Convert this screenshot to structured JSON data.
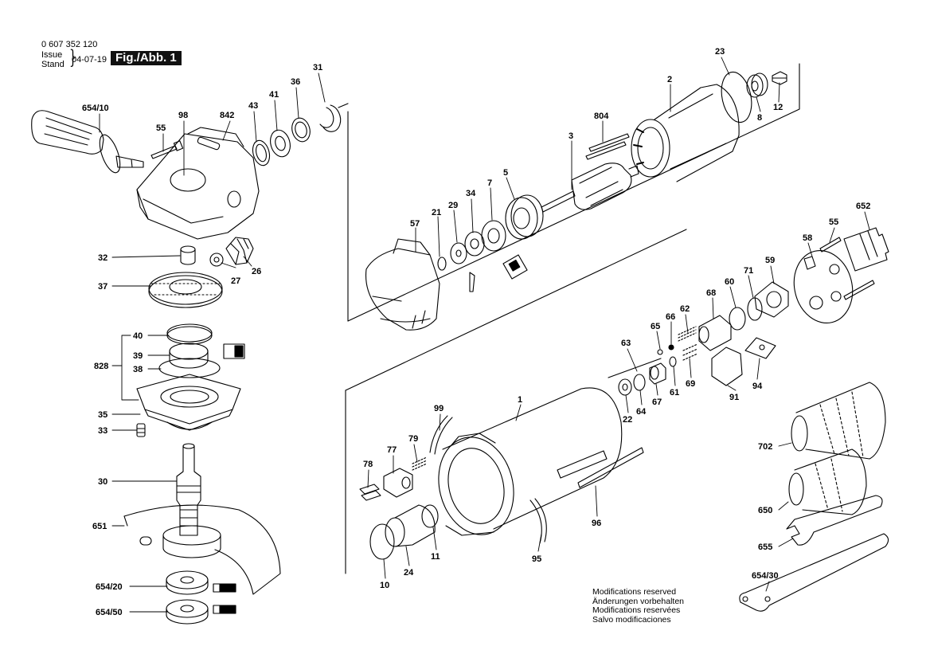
{
  "header": {
    "document_number": "0 607 352 120",
    "issue_label": "Issue",
    "stand_label": "Stand",
    "issue_date": "04-07-19",
    "figure_label": "Fig./Abb. 1"
  },
  "modifications_notice": [
    "Modifications reserved",
    "Änderungen vorbehalten",
    "Modifications reservées",
    "Salvo modificaciones"
  ],
  "part_labels": [
    {
      "id": "654-10",
      "text": "654/10"
    },
    {
      "id": "55a",
      "text": "55"
    },
    {
      "id": "98",
      "text": "98"
    },
    {
      "id": "842",
      "text": "842"
    },
    {
      "id": "43",
      "text": "43"
    },
    {
      "id": "41",
      "text": "41"
    },
    {
      "id": "36",
      "text": "36"
    },
    {
      "id": "31",
      "text": "31"
    },
    {
      "id": "32",
      "text": "32"
    },
    {
      "id": "27",
      "text": "27"
    },
    {
      "id": "26",
      "text": "26"
    },
    {
      "id": "37",
      "text": "37"
    },
    {
      "id": "40",
      "text": "40"
    },
    {
      "id": "39",
      "text": "39"
    },
    {
      "id": "828",
      "text": "828"
    },
    {
      "id": "38",
      "text": "38"
    },
    {
      "id": "35",
      "text": "35"
    },
    {
      "id": "33",
      "text": "33"
    },
    {
      "id": "30",
      "text": "30"
    },
    {
      "id": "651",
      "text": "651"
    },
    {
      "id": "654-20",
      "text": "654/20"
    },
    {
      "id": "654-50",
      "text": "654/50"
    },
    {
      "id": "23",
      "text": "23"
    },
    {
      "id": "2",
      "text": "2"
    },
    {
      "id": "804",
      "text": "804"
    },
    {
      "id": "3",
      "text": "3"
    },
    {
      "id": "8",
      "text": "8"
    },
    {
      "id": "12",
      "text": "12"
    },
    {
      "id": "57",
      "text": "57"
    },
    {
      "id": "21",
      "text": "21"
    },
    {
      "id": "29",
      "text": "29"
    },
    {
      "id": "34",
      "text": "34"
    },
    {
      "id": "7",
      "text": "7"
    },
    {
      "id": "5",
      "text": "5"
    },
    {
      "id": "652",
      "text": "652"
    },
    {
      "id": "55b",
      "text": "55"
    },
    {
      "id": "58",
      "text": "58"
    },
    {
      "id": "59",
      "text": "59"
    },
    {
      "id": "71",
      "text": "71"
    },
    {
      "id": "60",
      "text": "60"
    },
    {
      "id": "68",
      "text": "68"
    },
    {
      "id": "62",
      "text": "62"
    },
    {
      "id": "66",
      "text": "66"
    },
    {
      "id": "65",
      "text": "65"
    },
    {
      "id": "63",
      "text": "63"
    },
    {
      "id": "69",
      "text": "69"
    },
    {
      "id": "61",
      "text": "61"
    },
    {
      "id": "67",
      "text": "67"
    },
    {
      "id": "64",
      "text": "64"
    },
    {
      "id": "22",
      "text": "22"
    },
    {
      "id": "91",
      "text": "91"
    },
    {
      "id": "94",
      "text": "94"
    },
    {
      "id": "1",
      "text": "1"
    },
    {
      "id": "99",
      "text": "99"
    },
    {
      "id": "79",
      "text": "79"
    },
    {
      "id": "77",
      "text": "77"
    },
    {
      "id": "78",
      "text": "78"
    },
    {
      "id": "96",
      "text": "96"
    },
    {
      "id": "95",
      "text": "95"
    },
    {
      "id": "24",
      "text": "24"
    },
    {
      "id": "11",
      "text": "11"
    },
    {
      "id": "10",
      "text": "10"
    },
    {
      "id": "702",
      "text": "702"
    },
    {
      "id": "650",
      "text": "650"
    },
    {
      "id": "655",
      "text": "655"
    },
    {
      "id": "654-30",
      "text": "654/30"
    }
  ]
}
